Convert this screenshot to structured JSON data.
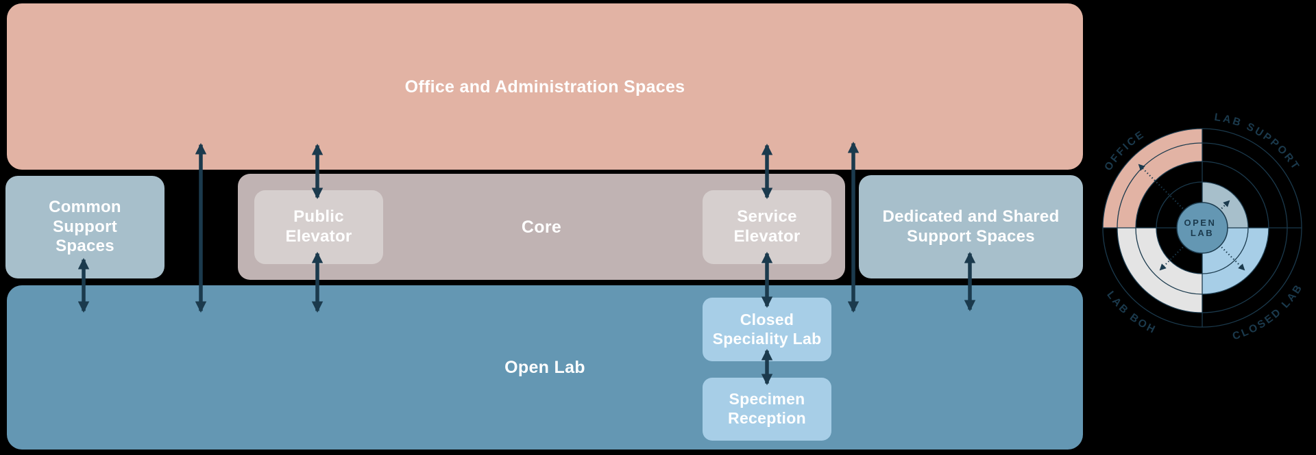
{
  "blocks": {
    "office": {
      "label": "Office and Administration Spaces"
    },
    "common_support": {
      "lines": [
        "Common",
        "Support",
        "Spaces"
      ]
    },
    "core": {
      "label": "Core"
    },
    "public_elevator": {
      "lines": [
        "Public",
        "Elevator"
      ]
    },
    "service_elevator": {
      "lines": [
        "Service",
        "Elevator"
      ]
    },
    "dedicated_support": {
      "lines": [
        "Dedicated and Shared",
        "Support Spaces"
      ]
    },
    "open_lab": {
      "label": "Open Lab"
    },
    "closed_specialty": {
      "lines": [
        "Closed",
        "Speciality Lab"
      ]
    },
    "specimen_reception": {
      "lines": [
        "Specimen",
        "Reception"
      ]
    }
  },
  "adjacency_arrows": [
    {
      "from": "common-support-spaces",
      "to": "open-lab",
      "bidirectional": true
    },
    {
      "from": "office-and-administration",
      "to": "open-lab",
      "side": "left",
      "bidirectional": true
    },
    {
      "from": "office-and-administration",
      "to": "public-elevator",
      "bidirectional": true
    },
    {
      "from": "public-elevator",
      "to": "open-lab",
      "bidirectional": true
    },
    {
      "from": "office-and-administration",
      "to": "service-elevator",
      "bidirectional": true
    },
    {
      "from": "service-elevator",
      "to": "closed-speciality-lab",
      "bidirectional": true
    },
    {
      "from": "closed-speciality-lab",
      "to": "specimen-reception",
      "bidirectional": true
    },
    {
      "from": "office-and-administration",
      "to": "open-lab",
      "side": "right",
      "bidirectional": true
    },
    {
      "from": "dedicated-and-shared-support",
      "to": "open-lab",
      "bidirectional": true
    }
  ],
  "radial": {
    "center_lines": [
      "OPEN",
      "LAB"
    ],
    "ring_labels": {
      "nw": "OFFICE",
      "ne": "LAB SUPPORT",
      "se": "CLOSED LAB",
      "sw": "LAB BOH"
    }
  },
  "colors": {
    "office_salmon": "#e2b3a4",
    "support_bluegray": "#a7bfcb",
    "core_gray": "#c0b3b3",
    "elevator_gray": "#d6cfce",
    "open_lab_blue": "#6497b3",
    "specialty_light_blue": "#a7cee7",
    "lab_boh_light_gray": "#e4e4e4",
    "arrow_navy": "#1b3a4d",
    "label_white": "#ffffff"
  }
}
